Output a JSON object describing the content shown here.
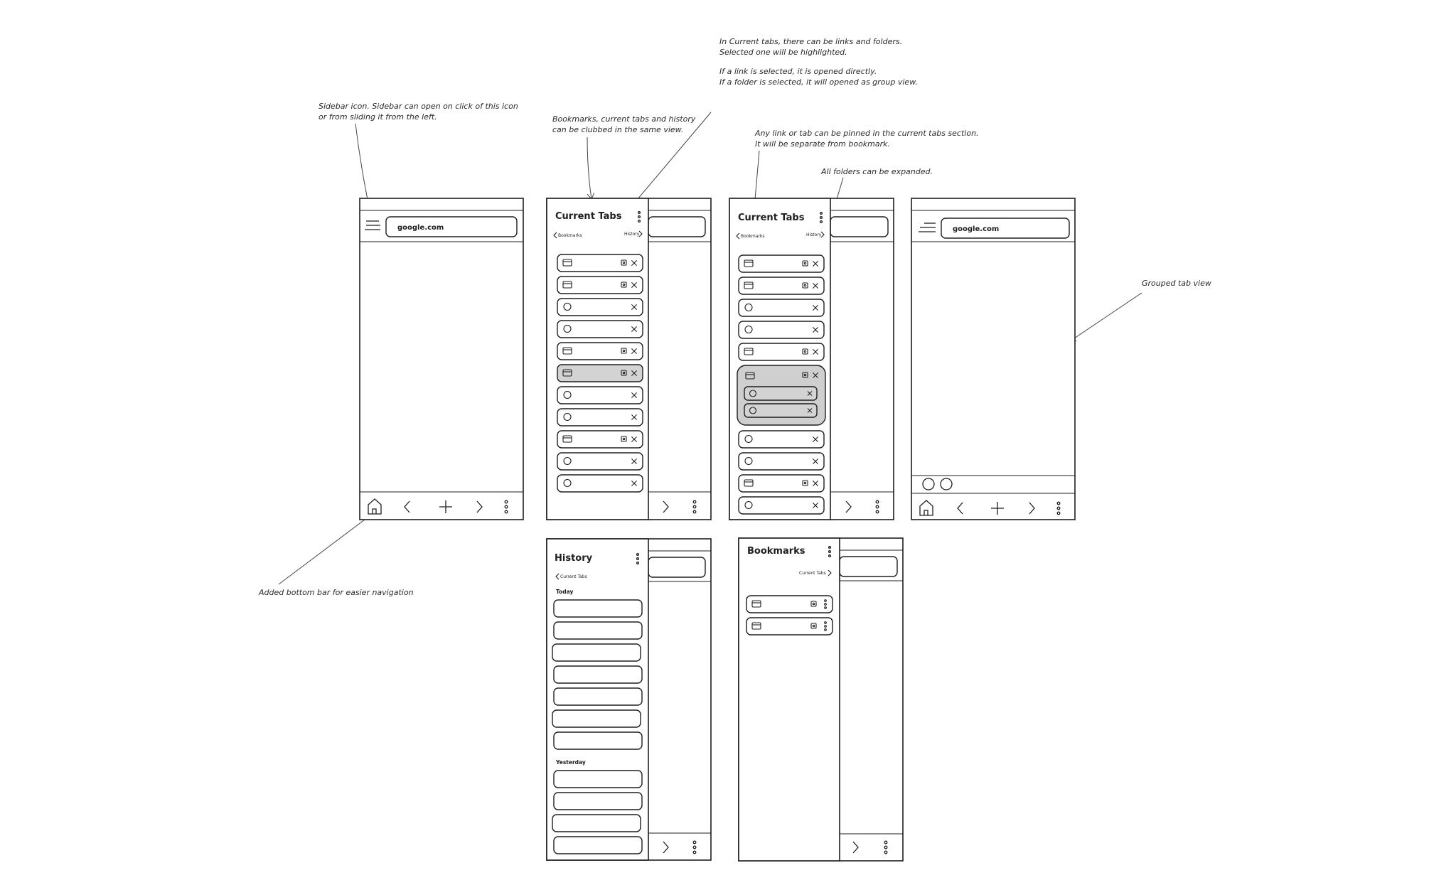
{
  "annotations": {
    "sidebar_icon": [
      "Sidebar icon. Sidebar can open on click of this icon",
      "or from sliding it from the left."
    ],
    "clubbed": [
      "Bookmarks, current tabs and history",
      "can be clubbed in the same view."
    ],
    "current_tabs": [
      "In Current tabs, there can be links and folders.",
      "Selected one will be highlighted.",
      "",
      "If a link is selected, it is opened directly.",
      "If a folder is selected, it will opened as group view."
    ],
    "pinned": [
      "Any link or tab can be pinned in the current tabs section.",
      "It will be separate from bookmark."
    ],
    "folders": [
      "All folders can be expanded."
    ],
    "grouped": [
      "Grouped tab view"
    ],
    "bottom_bar": [
      "Added bottom bar for easier navigation"
    ]
  },
  "browser": {
    "url": "google.com"
  },
  "current_tabs_panel": {
    "title": "Current Tabs",
    "back_link": "Bookmarks",
    "forward_link": "History",
    "rows": [
      {
        "kind": "folder",
        "pinned": true,
        "selected": false
      },
      {
        "kind": "folder",
        "pinned": true,
        "selected": false
      },
      {
        "kind": "link",
        "pinned": false,
        "selected": false
      },
      {
        "kind": "link",
        "pinned": false,
        "selected": false
      },
      {
        "kind": "folder",
        "pinned": true,
        "selected": false
      },
      {
        "kind": "folder",
        "pinned": true,
        "selected": true
      },
      {
        "kind": "link",
        "pinned": false,
        "selected": false
      },
      {
        "kind": "link",
        "pinned": false,
        "selected": false
      },
      {
        "kind": "folder",
        "pinned": true,
        "selected": false
      },
      {
        "kind": "link",
        "pinned": false,
        "selected": false
      },
      {
        "kind": "link",
        "pinned": false,
        "selected": false
      }
    ]
  },
  "expanded_panel": {
    "title": "Current Tabs",
    "back_link": "Bookmarks",
    "forward_link": "History",
    "rows_before": [
      {
        "kind": "folder",
        "pinned": true
      },
      {
        "kind": "folder",
        "pinned": true
      },
      {
        "kind": "link",
        "pinned": false
      },
      {
        "kind": "link",
        "pinned": false
      },
      {
        "kind": "folder",
        "pinned": true
      }
    ],
    "expanded_folder": {
      "kind": "folder",
      "pinned": true,
      "children": 2
    },
    "rows_after": [
      {
        "kind": "link",
        "pinned": false
      },
      {
        "kind": "link",
        "pinned": false
      },
      {
        "kind": "folder",
        "pinned": true
      },
      {
        "kind": "link",
        "pinned": false
      }
    ]
  },
  "history_panel": {
    "title": "History",
    "back_link": "Current Tabs",
    "sections": [
      {
        "label": "Today",
        "count": 7
      },
      {
        "label": "Yesterday",
        "count": 4
      }
    ]
  },
  "bookmarks_panel": {
    "title": "Bookmarks",
    "forward_link": "Current Tabs",
    "rows": [
      {
        "kind": "folder",
        "pinned": true
      },
      {
        "kind": "folder",
        "pinned": true
      }
    ]
  },
  "icons": {
    "menu": "hamburger-icon",
    "home": "home-icon",
    "back": "chevron-left-icon",
    "add": "plus-icon",
    "forward": "chevron-right-icon",
    "more": "kebab-icon",
    "folder": "folder-icon",
    "link": "globe-icon",
    "pin": "pin-icon",
    "close": "close-icon"
  }
}
